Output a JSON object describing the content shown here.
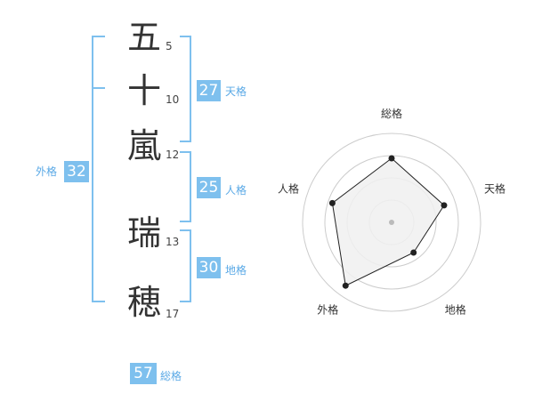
{
  "name": {
    "characters": [
      {
        "char": "五",
        "strokes": "5"
      },
      {
        "char": "十",
        "strokes": "10"
      },
      {
        "char": "嵐",
        "strokes": "12"
      },
      {
        "char": "瑞",
        "strokes": "13"
      },
      {
        "char": "穂",
        "strokes": "17"
      }
    ]
  },
  "fortune": {
    "tenkaku": {
      "value": "27",
      "label": "天格"
    },
    "jinkaku": {
      "value": "25",
      "label": "人格"
    },
    "chikaku": {
      "value": "30",
      "label": "地格"
    },
    "gaikaku": {
      "value": "32",
      "label": "外格"
    },
    "soukaku": {
      "value": "57",
      "label": "総格"
    }
  },
  "chart_data": {
    "type": "radar",
    "axes": [
      "総格",
      "天格",
      "地格",
      "外格",
      "人格"
    ],
    "values": [
      0.72,
      0.62,
      0.42,
      0.88,
      0.7
    ],
    "range": [
      0,
      1
    ],
    "rings": 4,
    "colors": {
      "fill": "#f0f0f0",
      "line": "#222222",
      "point": "#222222",
      "ring": "#cccccc",
      "center": "#bbbbbb"
    }
  },
  "colors": {
    "accent": "#7ec0ee",
    "label": "#5aa9e6"
  }
}
